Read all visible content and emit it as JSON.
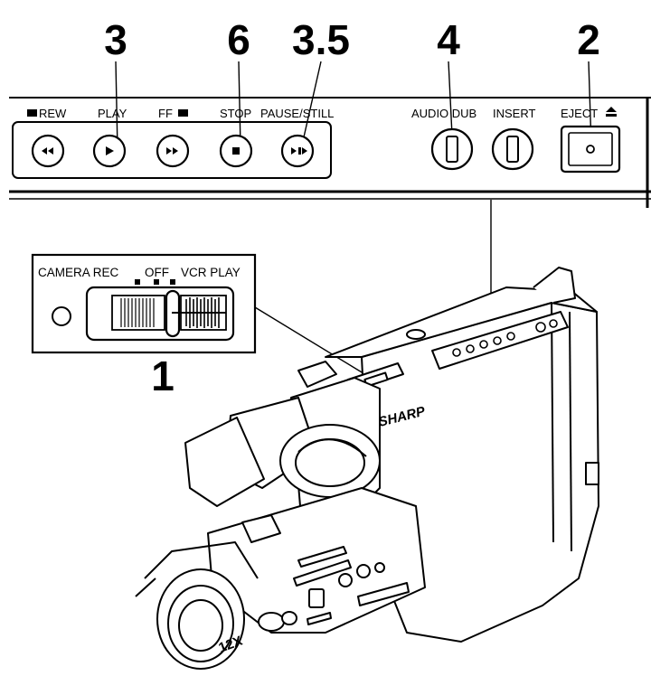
{
  "callouts": {
    "play_step": "3",
    "stop_step": "6",
    "pause_step": "3.5",
    "audio_dub_step": "4",
    "eject_step": "2",
    "switch_step": "1"
  },
  "control_panel": {
    "rew_label": "REW",
    "play_label": "PLAY",
    "ff_label": "FF",
    "stop_label": "STOP",
    "pause_label": "PAUSE/STILL",
    "audio_dub_label": "AUDIO DUB",
    "insert_label": "INSERT",
    "eject_label": "EJECT"
  },
  "power_switch": {
    "camera_rec_label": "CAMERA REC",
    "off_label": "OFF",
    "vcr_play_label": "VCR PLAY"
  },
  "camcorder": {
    "brand": "SHARP",
    "zoom_label": "12X"
  },
  "icons": {
    "rewind": "rewind-icon",
    "play": "play-icon",
    "fast_forward": "fast-forward-icon",
    "stop": "stop-icon",
    "pause_still": "pause-still-icon",
    "eject": "eject-icon",
    "led": "led-indicator-icon"
  }
}
